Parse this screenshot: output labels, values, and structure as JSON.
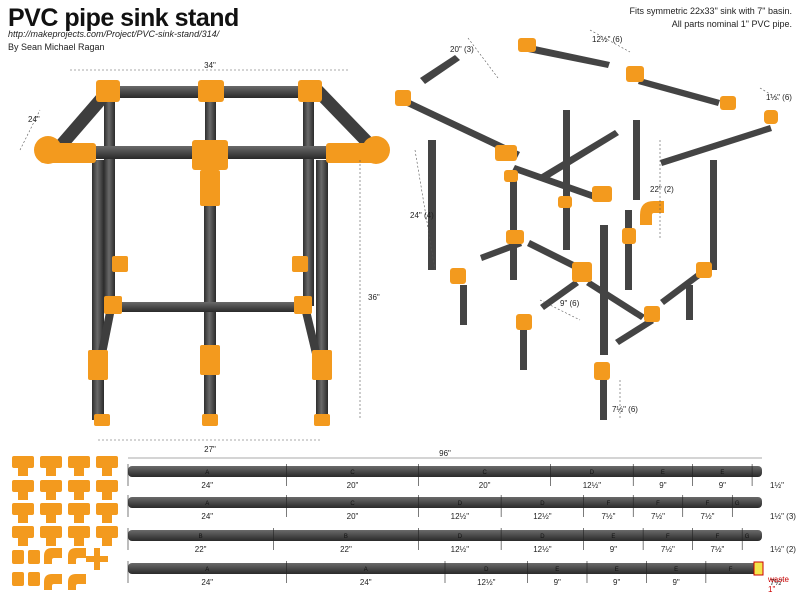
{
  "header": {
    "title": "PVC pipe sink stand",
    "url": "http://makeprojects.com/Project/PVC-sink-stand/314/",
    "author": "By Sean Michael Ragan",
    "note_line1": "Fits symmetric 22x33\" sink with 7\" basin.",
    "note_line2": "All parts nominal 1\" PVC pipe."
  },
  "colors": {
    "pipe": "#4a4a4a",
    "fitting": "#f39a1e",
    "fitting_dark": "#d27a0c"
  },
  "assembled": {
    "width": "34\"",
    "depth": "24\"",
    "height": "36\"",
    "base": "27\""
  },
  "exploded": {
    "d1": "20\" (3)",
    "d2": "12½\" (6)",
    "d3": "1½\" (6)",
    "d4": "22\" (2)",
    "d5": "24\" (4)",
    "d6": "9\" (6)",
    "d7": "7½\" (6)"
  },
  "cut_plan": {
    "total": "96\"",
    "rows": [
      {
        "segments": [
          {
            "letter": "A",
            "len": "24\""
          },
          {
            "letter": "C",
            "len": "20\""
          },
          {
            "letter": "C",
            "len": "20\""
          },
          {
            "letter": "D",
            "len": "12½\""
          },
          {
            "letter": "E",
            "len": "9\""
          },
          {
            "letter": "E",
            "len": "9\""
          },
          {
            "letter": "",
            "len": "1½\""
          }
        ]
      },
      {
        "segments": [
          {
            "letter": "A",
            "len": "24\""
          },
          {
            "letter": "C",
            "len": "20\""
          },
          {
            "letter": "D",
            "len": "12½\""
          },
          {
            "letter": "D",
            "len": "12½\""
          },
          {
            "letter": "F",
            "len": "7½\""
          },
          {
            "letter": "F",
            "len": "7½\""
          },
          {
            "letter": "F",
            "len": "7½\""
          },
          {
            "letter": "G",
            "len": "1½\" (3)"
          }
        ]
      },
      {
        "segments": [
          {
            "letter": "B",
            "len": "22\""
          },
          {
            "letter": "B",
            "len": "22\""
          },
          {
            "letter": "D",
            "len": "12½\""
          },
          {
            "letter": "D",
            "len": "12½\""
          },
          {
            "letter": "E",
            "len": "9\""
          },
          {
            "letter": "F",
            "len": "7½\""
          },
          {
            "letter": "F",
            "len": "7½\""
          },
          {
            "letter": "G",
            "len": "1½\" (2)"
          }
        ]
      },
      {
        "segments": [
          {
            "letter": "A",
            "len": "24\""
          },
          {
            "letter": "A",
            "len": "24\""
          },
          {
            "letter": "D",
            "len": "12½\""
          },
          {
            "letter": "E",
            "len": "9\""
          },
          {
            "letter": "E",
            "len": "9\""
          },
          {
            "letter": "E",
            "len": "9\""
          },
          {
            "letter": "F",
            "len": "7½\""
          }
        ]
      }
    ],
    "waste_label": "waste",
    "waste_len": "1\""
  }
}
